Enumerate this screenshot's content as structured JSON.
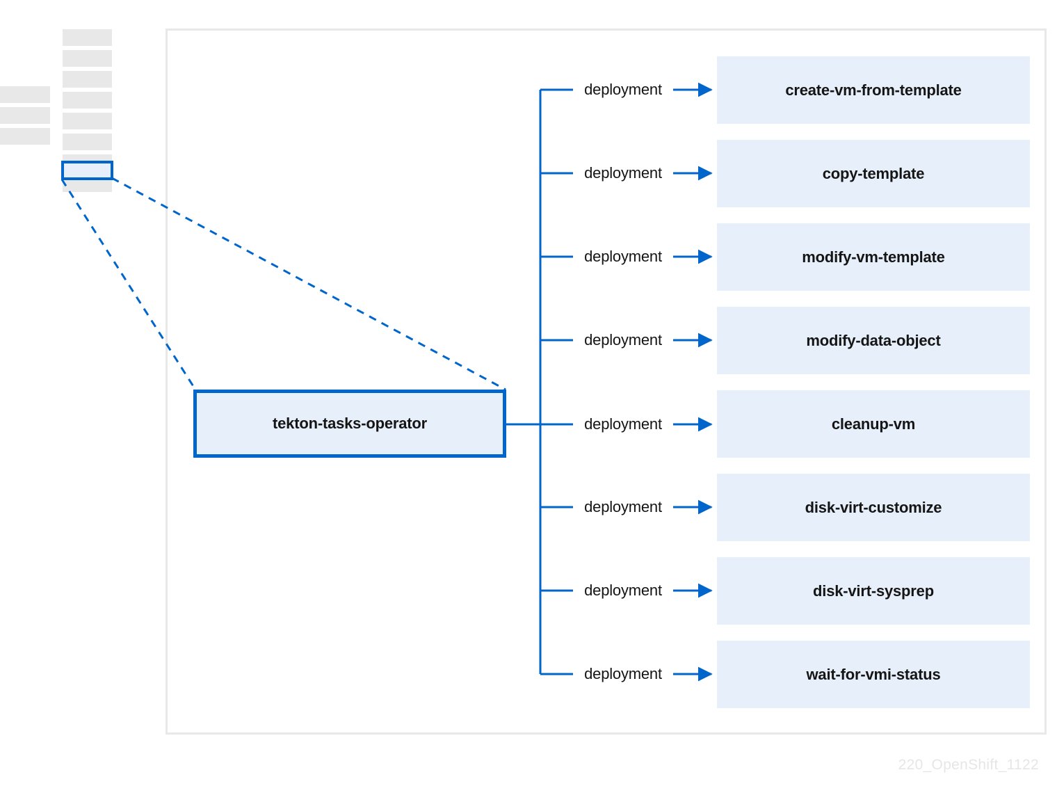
{
  "diagram": {
    "title_node": {
      "label": "tekton-tasks-operator",
      "border_color": "#0066cc",
      "fill_color": "#e7f0fa"
    },
    "edge_label_default": "deployment",
    "accent_color": "#0066cc",
    "node_fill": "#e7f0fa",
    "frame_color": "#e8e8e8",
    "ghost_color": "#e8e8e8",
    "branches": [
      {
        "label": "deployment",
        "target": "create-vm-from-template"
      },
      {
        "label": "deployment",
        "target": "copy-template"
      },
      {
        "label": "deployment",
        "target": "modify-vm-template"
      },
      {
        "label": "deployment",
        "target": "modify-data-object"
      },
      {
        "label": "deployment",
        "target": "cleanup-vm"
      },
      {
        "label": "deployment",
        "target": "disk-virt-customize"
      },
      {
        "label": "deployment",
        "target": "disk-virt-sysprep"
      },
      {
        "label": "deployment",
        "target": "wait-for-vmi-status"
      }
    ]
  },
  "sidebar": {
    "outer_items": [
      {
        "name": "ghost-row"
      },
      {
        "name": "ghost-row"
      },
      {
        "name": "ghost-row"
      }
    ],
    "inner_items": [
      {
        "name": "ghost-row",
        "selected": false
      },
      {
        "name": "ghost-row",
        "selected": false
      },
      {
        "name": "ghost-row",
        "selected": false
      },
      {
        "name": "ghost-row",
        "selected": false
      },
      {
        "name": "ghost-row",
        "selected": false
      },
      {
        "name": "ghost-row",
        "selected": false
      },
      {
        "name": "ghost-row",
        "selected": false
      },
      {
        "name": "ghost-row",
        "selected": true
      },
      {
        "name": "ghost-row",
        "selected": false
      }
    ]
  },
  "footer": {
    "watermark": "220_OpenShift_1122"
  }
}
